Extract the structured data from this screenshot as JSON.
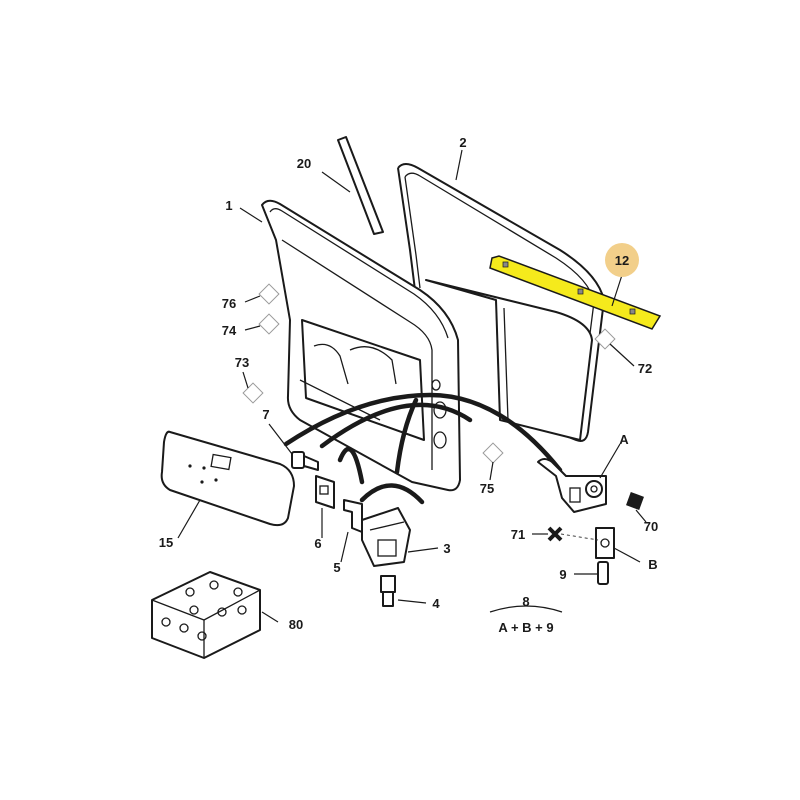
{
  "colors": {
    "highlight": "#f5ea1c",
    "callout_circle": "#f2cf8a",
    "line": "#1a1a1a"
  },
  "callouts": {
    "p1": "1",
    "p2": "2",
    "p3": "3",
    "p4": "4",
    "p5": "5",
    "p6": "6",
    "p7": "7",
    "p8": "8",
    "p9": "9",
    "p12": "12",
    "p15": "15",
    "p20": "20",
    "p70": "70",
    "p71": "71",
    "p72": "72",
    "p73": "73",
    "p74": "74",
    "p75": "75",
    "p76": "76",
    "p80": "80",
    "pA": "A",
    "pB": "B"
  },
  "formula": "A + B + 9",
  "highlighted_part": "12"
}
